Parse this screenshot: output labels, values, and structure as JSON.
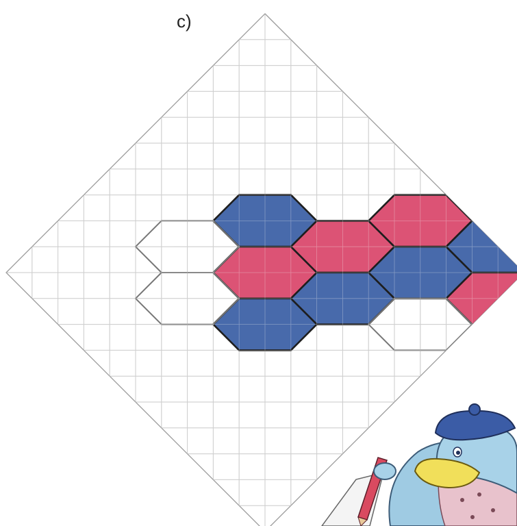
{
  "exercise_label": "c)",
  "colors": {
    "blue": "#3a5fa5",
    "red": "#d9466a",
    "outline_dark": "#1e1e1e",
    "outline_light": "#777777",
    "grid": "#b8b8b8",
    "diamond_border": "#9a9a9a"
  },
  "grid": {
    "columns": 20,
    "rows": 20
  },
  "hexagons": [
    {
      "col": 8,
      "row": 7,
      "fill": "blue"
    },
    {
      "col": 11,
      "row": 8,
      "fill": "red"
    },
    {
      "col": 14,
      "row": 7,
      "fill": "red"
    },
    {
      "col": 8,
      "row": 9,
      "fill": "red"
    },
    {
      "col": 14,
      "row": 9,
      "fill": "blue"
    },
    {
      "col": 11,
      "row": 10,
      "fill": "blue"
    },
    {
      "col": 17,
      "row": 8,
      "fill": "blue"
    },
    {
      "col": 17,
      "row": 10,
      "fill": "red"
    },
    {
      "col": 8,
      "row": 11,
      "fill": "blue"
    },
    {
      "col": 5,
      "row": 8,
      "fill": "empty"
    },
    {
      "col": 5,
      "row": 10,
      "fill": "empty"
    },
    {
      "col": 14,
      "row": 11,
      "fill": "empty"
    }
  ],
  "illustration": "penguin-with-beret-drawing-with-pencil"
}
